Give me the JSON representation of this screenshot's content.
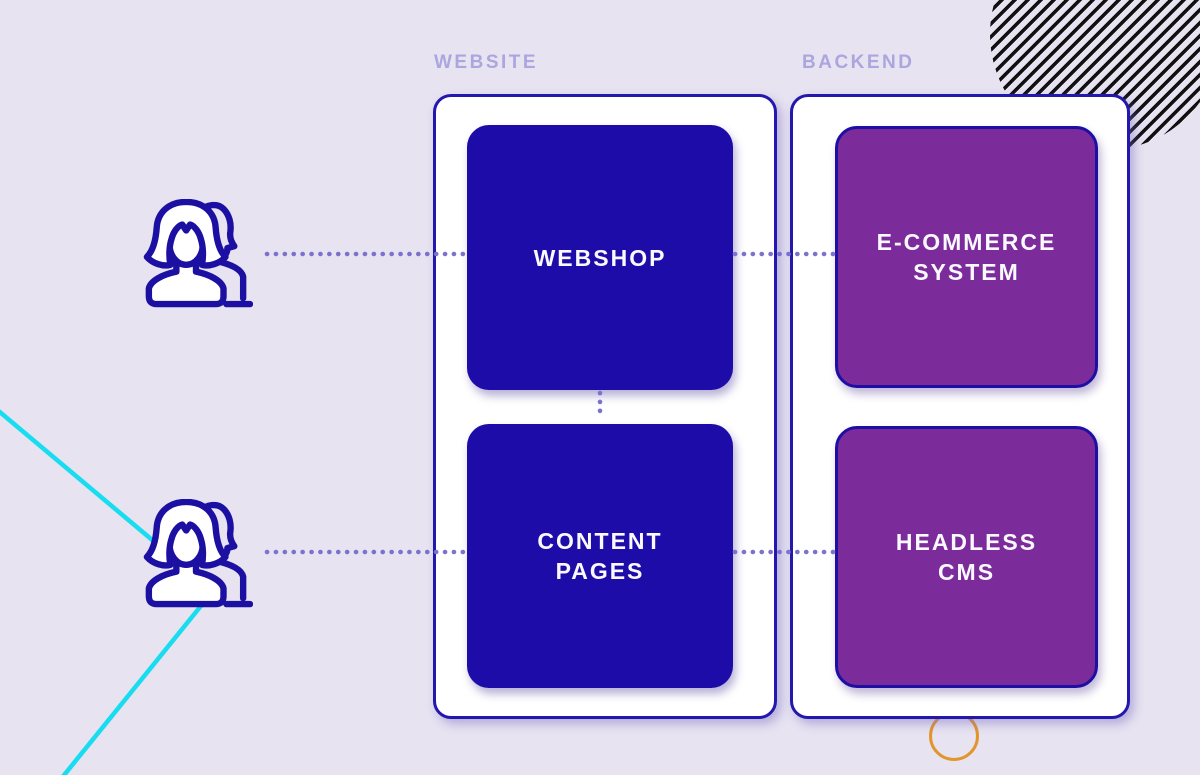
{
  "title": "Website and backend architecture diagram",
  "colors": {
    "bg": "#e7e3f1",
    "container-fill": "#ffffff",
    "container-border": "#2417ad",
    "box-blue": "#1e0ca8",
    "box-purple": "#7c2b9b",
    "purple-border": "#1e0fa4",
    "box-text": "#faf9ff",
    "section-label": "#aca6df",
    "dots": "#7b72ce",
    "cyan": "#18dcef",
    "orange": "#e2952d",
    "stripe": "#111111",
    "icon-stroke": "#1c10a2"
  },
  "sections": [
    {
      "label": "WEBSITE",
      "boxes": [
        {
          "label": "WEBSHOP"
        },
        {
          "label": "CONTENT PAGES"
        }
      ]
    },
    {
      "label": "BACKEND",
      "boxes": [
        {
          "label": "E-COMMERCE SYSTEM"
        },
        {
          "label": "HEADLESS CMS"
        }
      ]
    }
  ],
  "actors": [
    {
      "icon": "users-icon",
      "connects_to": "WEBSHOP"
    },
    {
      "icon": "users-icon",
      "connects_to": "CONTENT PAGES"
    }
  ],
  "connections": [
    {
      "from": "users-1",
      "to": "WEBSHOP",
      "style": "dotted"
    },
    {
      "from": "WEBSHOP",
      "to": "E-COMMERCE SYSTEM",
      "style": "dotted"
    },
    {
      "from": "WEBSHOP",
      "to": "CONTENT PAGES",
      "style": "dotted"
    },
    {
      "from": "users-2",
      "to": "CONTENT PAGES",
      "style": "dotted"
    },
    {
      "from": "CONTENT PAGES",
      "to": "HEADLESS CMS",
      "style": "dotted"
    }
  ],
  "decorations": [
    "striped-circle-top-right",
    "cyan-zigzag-line-left",
    "orange-circle-bottom"
  ]
}
